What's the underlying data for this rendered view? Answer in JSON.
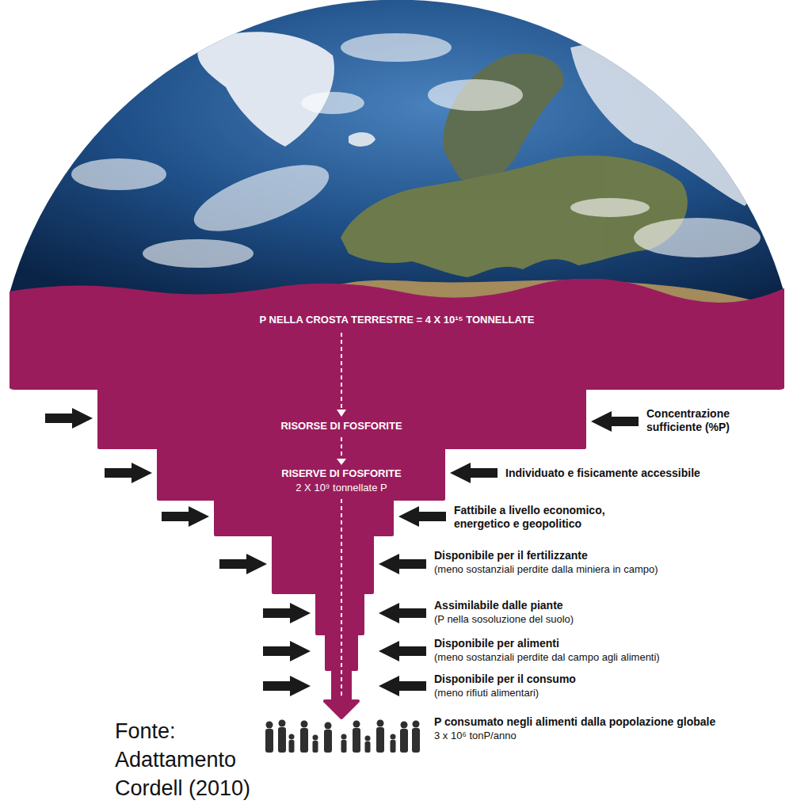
{
  "diagram": {
    "nodes": [
      {
        "text": [
          "P NELLA CROSTA TERRESTRE = 4 X 10¹⁵ TONNELLATE",
          "RISORSE DI FOSFORITE",
          "RISERVE DI FOSFORITE",
          "2 X 10⁹ tonnellate P"
        ]
      }
    ],
    "labels": [
      "Concentrazione sufficiente (%P)",
      "Individuato e fisicamente accessibile",
      "Fattibile a livello economico, energetico e geopolitico",
      "Disponibile per il fertilizzante",
      "(meno sostanziali perdite dalla miniera in campo)",
      "Assimilabile dalle piante",
      "(P nella sosoluzione del suolo)",
      "Disponibile per alimenti",
      "(meno sostanziali perdite dal campo agli alimenti)",
      "Disponibile per il consumo",
      "(meno rifiuti alimentari)",
      "Fonte: Adattamento Cordell (2010)",
      "P consumato negli alimenti dalla popolazione globale",
      "3 x 10⁶ tonP/anno"
    ]
  }
}
